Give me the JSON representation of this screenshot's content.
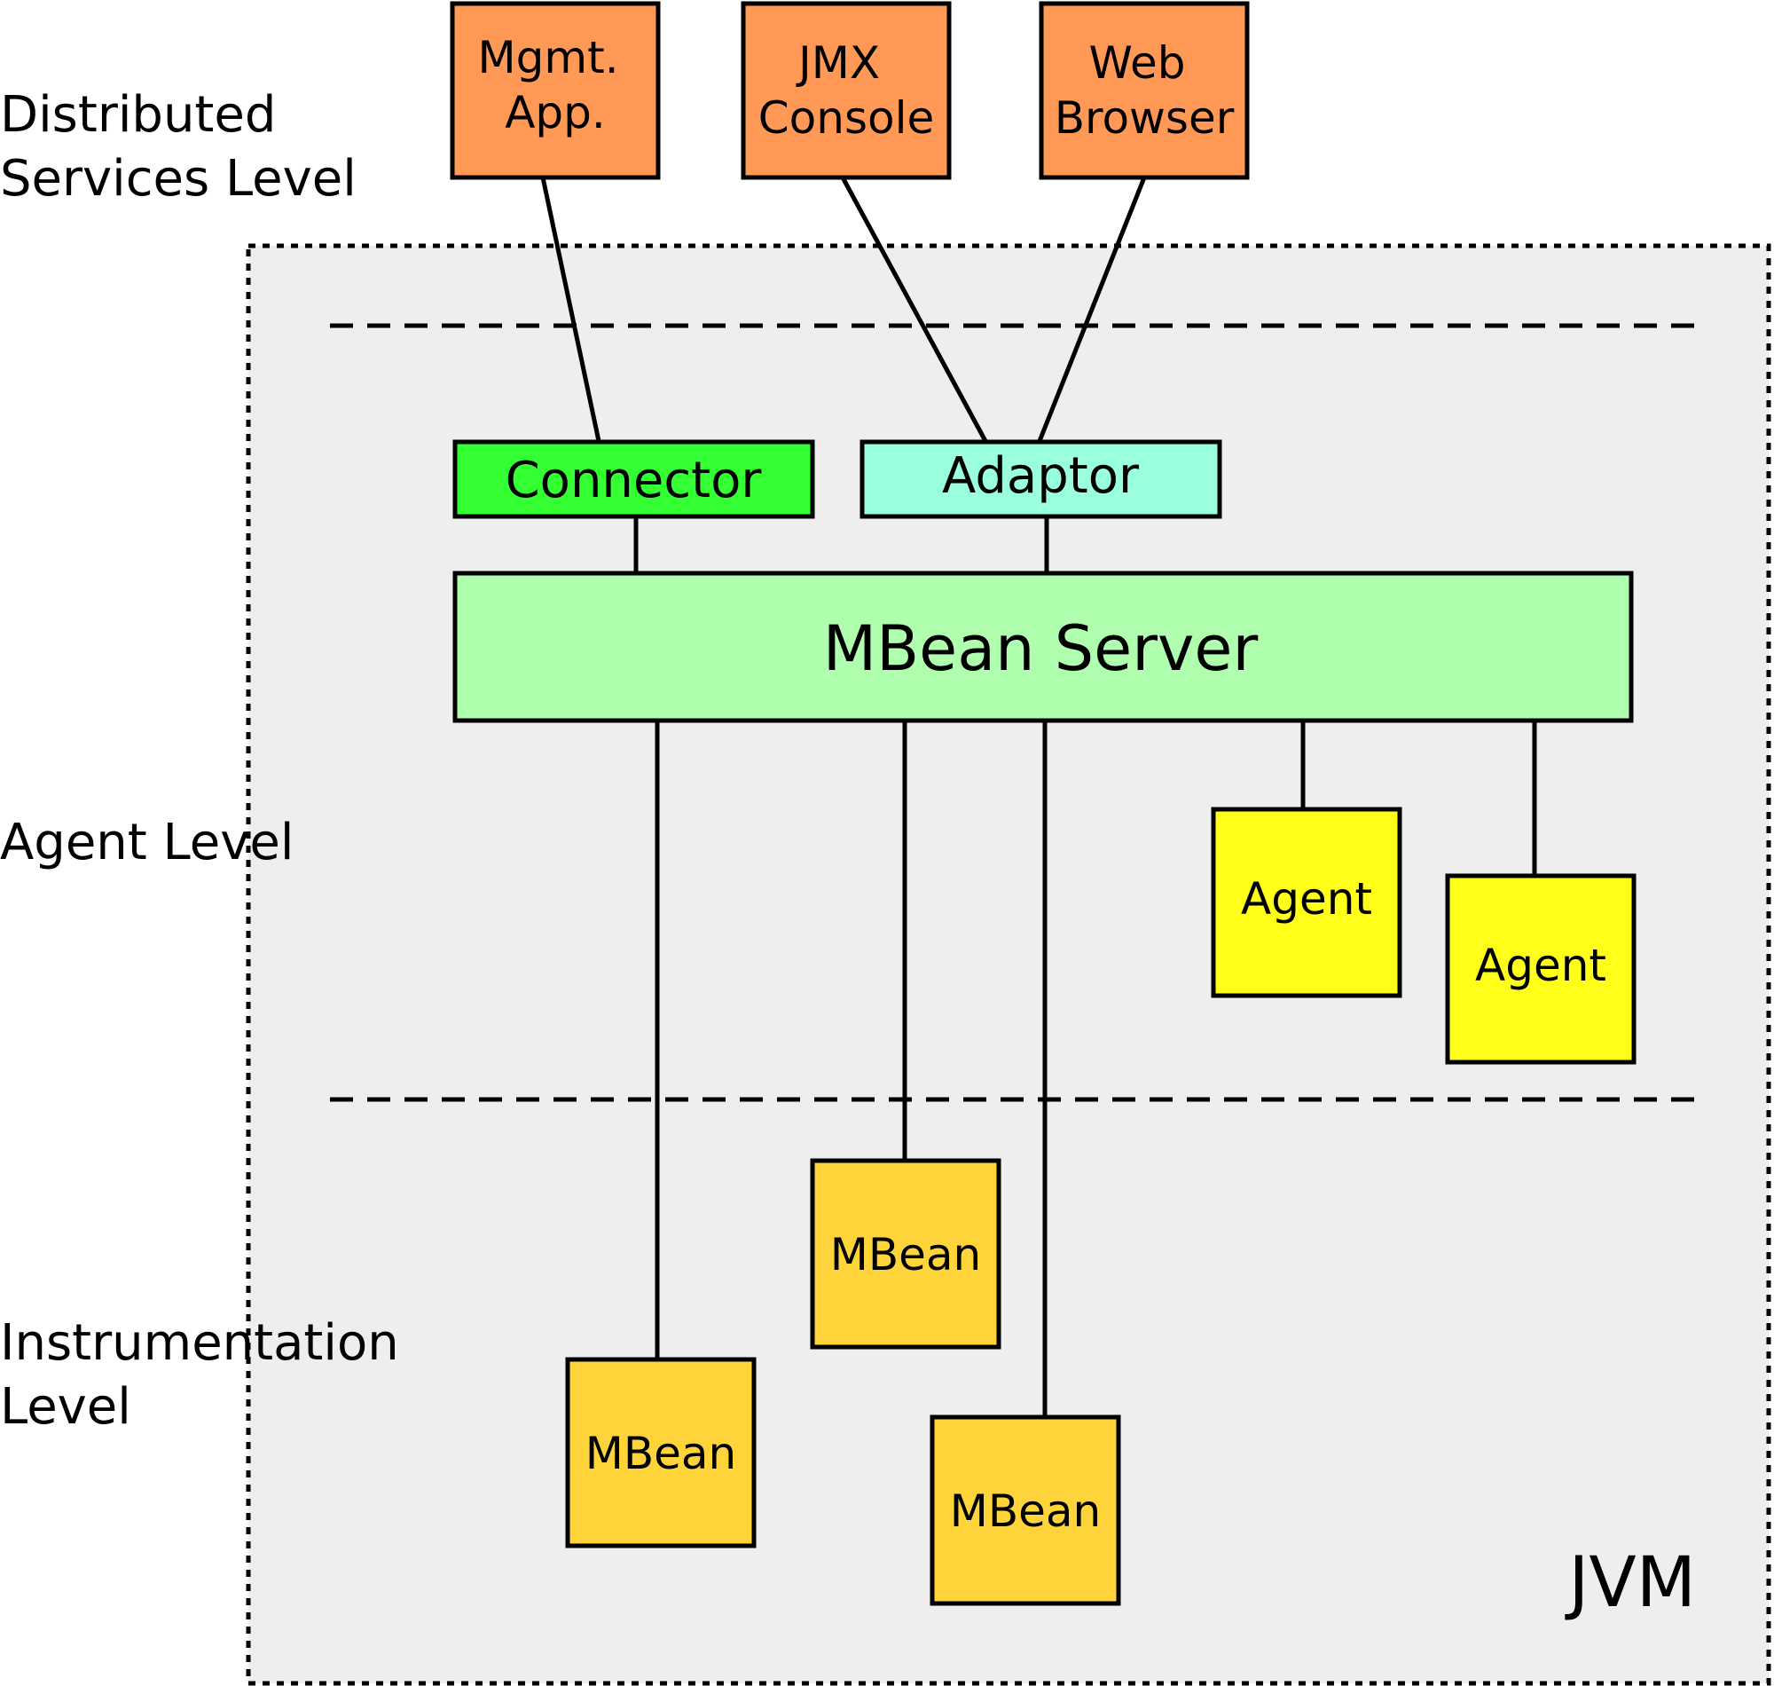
{
  "levels": {
    "distributed": [
      "Distributed",
      "Services Level"
    ],
    "agent": "Agent Level",
    "instrumentation": [
      "Instrumentation",
      "Level"
    ]
  },
  "clients": {
    "mgmt_app": [
      "Mgmt.",
      "App."
    ],
    "jmx_console": [
      "JMX",
      "Console"
    ],
    "web_browser": [
      "Web",
      "Browser"
    ]
  },
  "connector": "Connector",
  "adaptor": "Adaptor",
  "mbean_server": "MBean Server",
  "agents": [
    "Agent",
    "Agent"
  ],
  "mbeans": [
    "MBean",
    "MBean",
    "MBean"
  ],
  "jvm_label": "JVM",
  "colors": {
    "client": "#FF9955",
    "connector": "#33FF33",
    "adaptor": "#99FFDD",
    "mbean_server": "#AFFFAF",
    "agent": "#FFFF1A",
    "mbean": "#FFD43A",
    "jvm_bg": "#EEEEEE"
  }
}
